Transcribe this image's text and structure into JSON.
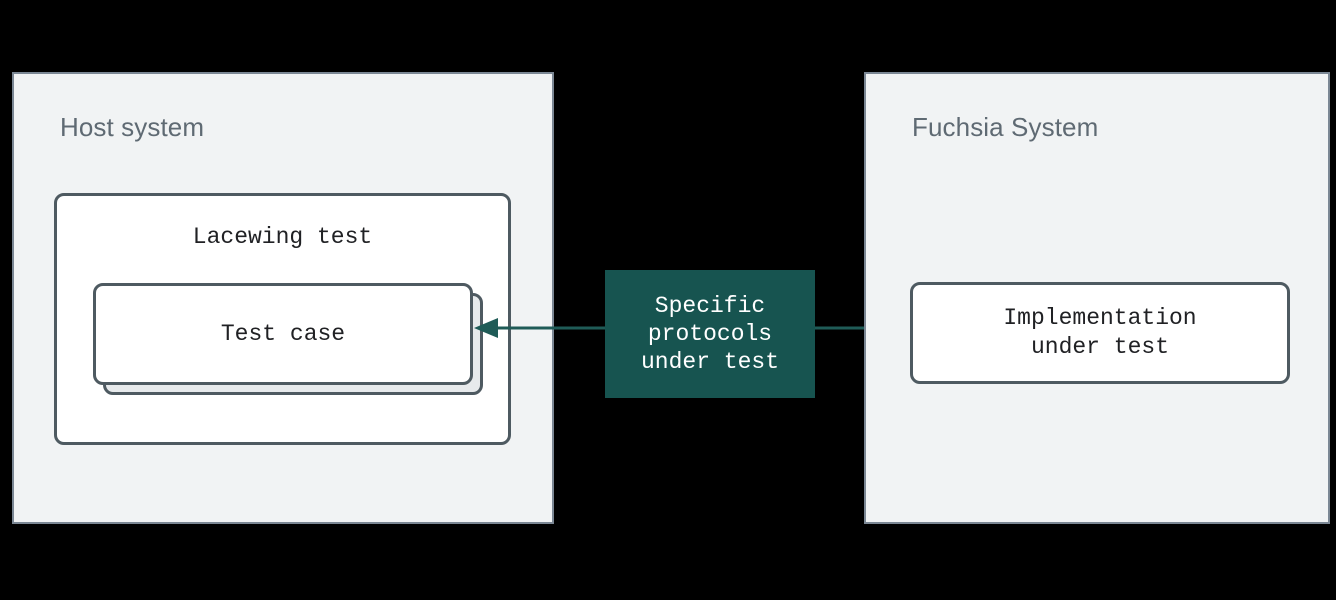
{
  "diagram": {
    "title_host": "Host system",
    "title_fuchsia": "Fuchsia System",
    "lacewing_label": "Lacewing test",
    "testcase_label": "Test case",
    "protocols_label": "Specific\nprotocols\nunder test",
    "implementation_label": "Implementation\nunder test",
    "colors": {
      "background": "#000000",
      "panel_fill": "#f1f3f4",
      "panel_border": "#7b8794",
      "box_border": "#4e5a61",
      "box_fill": "#ffffff",
      "card_back_fill": "#e7eaec",
      "accent_teal": "#175450",
      "arrow": "#1f5b57",
      "title_text": "#5f6a73",
      "body_text": "#202124",
      "inverse_text": "#ffffff"
    },
    "arrows": [
      {
        "name": "protocols-to-testcase",
        "direction": "left",
        "from": "Specific protocols under test",
        "to": "Test case"
      },
      {
        "name": "protocols-to-implementation",
        "direction": "right",
        "from": "Specific protocols under test",
        "to": "Implementation under test"
      }
    ]
  }
}
